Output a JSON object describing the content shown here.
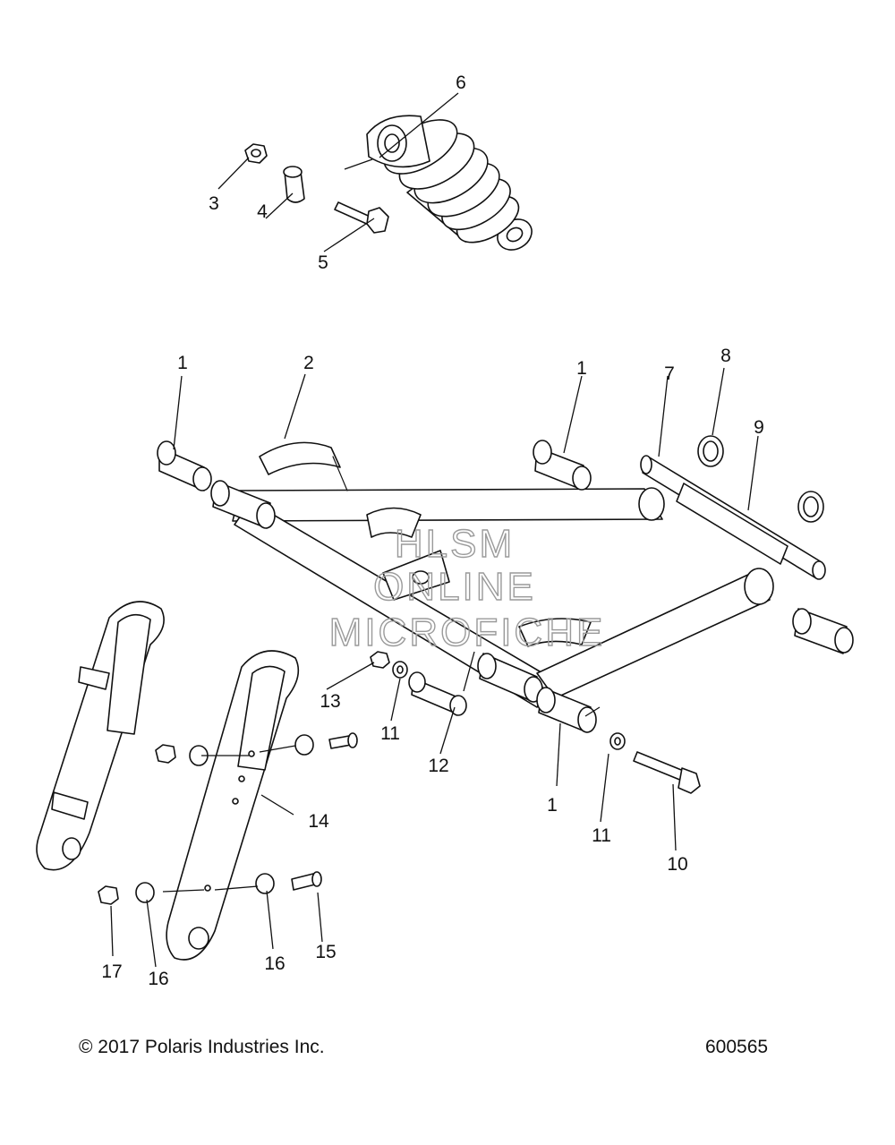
{
  "diagram": {
    "callouts": [
      "1",
      "2",
      "3",
      "4",
      "5",
      "6",
      "7",
      "8",
      "9",
      "10",
      "11",
      "12",
      "13",
      "14",
      "15",
      "16",
      "17"
    ],
    "callout_extra": {
      "c1b": "1",
      "c1c": "1",
      "c11b": "11",
      "c16b": "16"
    },
    "watermark": [
      "HLSM",
      "ONLINE",
      "MICROFICHE"
    ]
  },
  "footer": {
    "copyright": "© 2017 Polaris Industries Inc.",
    "drawing_number": "600565"
  }
}
